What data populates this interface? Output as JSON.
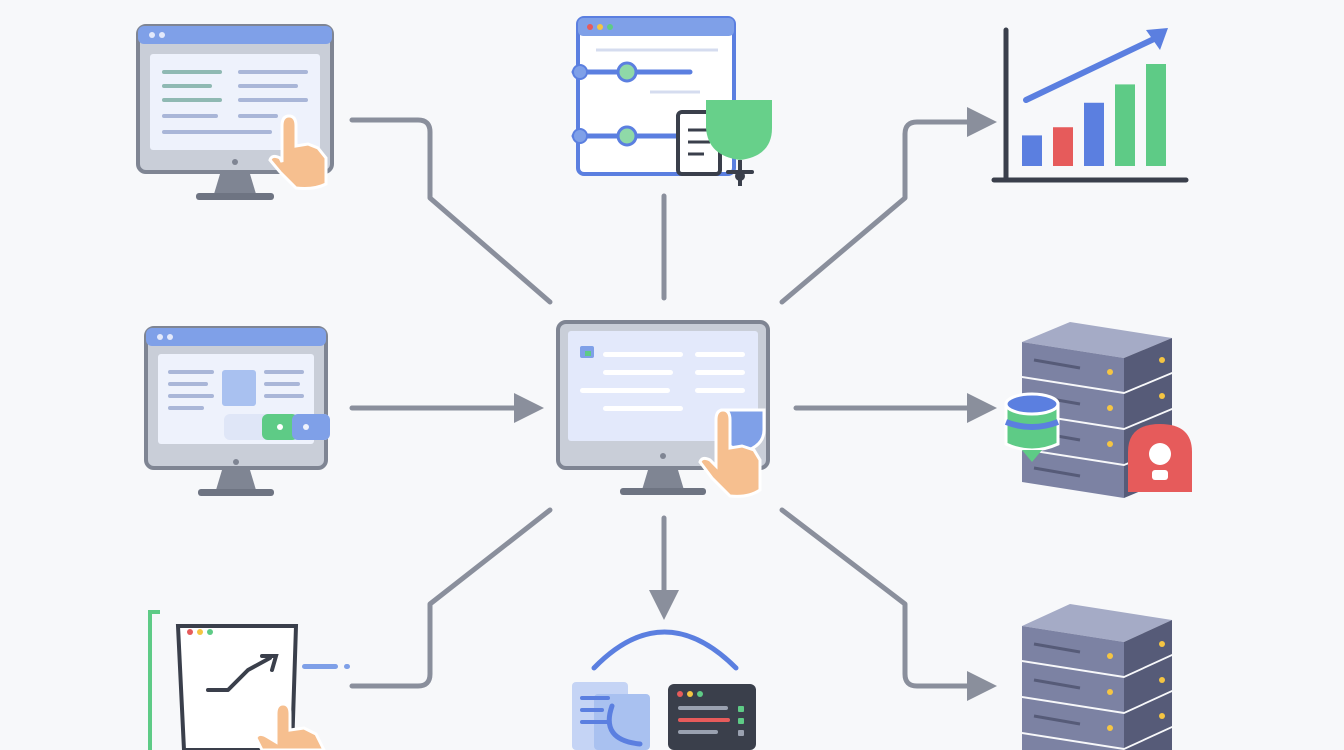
{
  "colors": {
    "background": "#f7f8fa",
    "connector": "#8a8f9c",
    "frame": "#7f8593",
    "screen": "#e3e9fb",
    "bar_blue": "#5b7fe0",
    "bar_green": "#5ecb86",
    "bar_red": "#e65b5b",
    "skin": "#f6bf8f",
    "server": "#7c82a3",
    "server_dark": "#565b78",
    "alert_red": "#e65b5b",
    "led_yellow": "#f5c542"
  },
  "nodes": [
    {
      "id": "hub",
      "icon": "central-monitor-with-hand-icon"
    },
    {
      "id": "top-left",
      "icon": "monitor-with-hand-icon"
    },
    {
      "id": "mid-left",
      "icon": "monitor-with-toggle-icon"
    },
    {
      "id": "bottom-left",
      "icon": "tablet-with-trend-icon"
    },
    {
      "id": "top-center",
      "icon": "workflow-window-icon"
    },
    {
      "id": "bottom-center",
      "icon": "documents-and-terminal-icon"
    },
    {
      "id": "top-right",
      "icon": "bar-chart-growth-icon"
    },
    {
      "id": "mid-right",
      "icon": "server-database-alert-icon"
    },
    {
      "id": "bottom-right",
      "icon": "server-rack-icon"
    }
  ],
  "chart": {
    "bars": [
      {
        "value": 0.3,
        "color": "#5b7fe0"
      },
      {
        "value": 0.38,
        "color": "#e65b5b"
      },
      {
        "value": 0.62,
        "color": "#5b7fe0"
      },
      {
        "value": 0.8,
        "color": "#5ecb86"
      },
      {
        "value": 1.0,
        "color": "#5ecb86"
      }
    ]
  }
}
